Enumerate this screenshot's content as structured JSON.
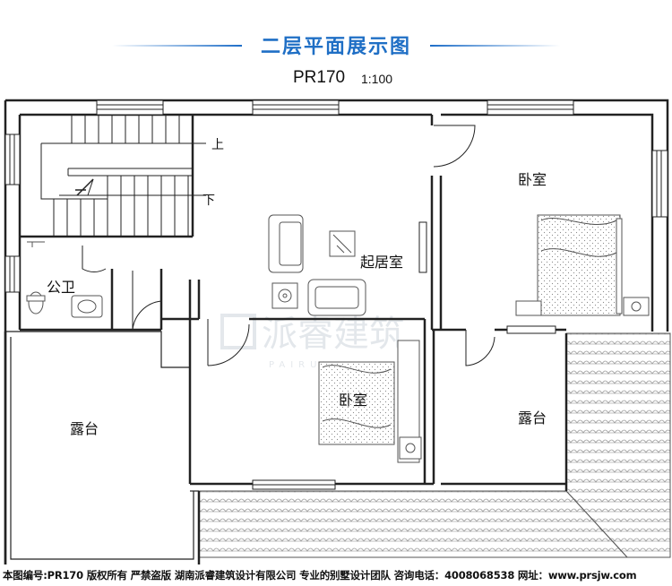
{
  "header": {
    "title": "二层平面展示图",
    "plan_code": "PR170",
    "scale": "1:100"
  },
  "rooms": {
    "living": "起居室",
    "bedroom_right": "卧室",
    "bedroom_center": "卧室",
    "bathroom": "公卫",
    "terrace_left": "露台",
    "terrace_right": "露台"
  },
  "stairs": {
    "up": "上",
    "down": "下"
  },
  "watermark": {
    "brand": "派睿建筑",
    "sub": "PAIRUI"
  },
  "footer": {
    "text": "本图编号:PR170 版权所有 严禁盗版 湖南派睿建筑设计有限公司 专业的别墅设计团队 咨询电话：4008068538 网址：www.prsjw.com"
  },
  "colors": {
    "title_blue": "#1f6fc5",
    "line": "#222222",
    "tile": "#9a9a9a"
  }
}
